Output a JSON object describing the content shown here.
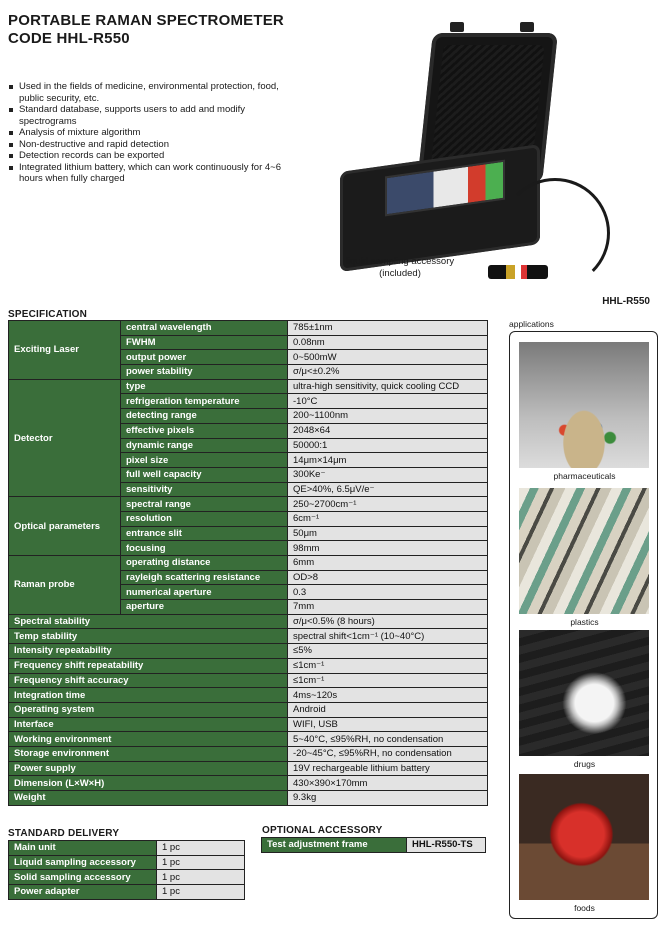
{
  "header": {
    "title_line1": "PORTABLE RAMAN SPECTROMETER",
    "title_line2": "CODE HHL-R550"
  },
  "features": [
    "Used in the fields of medicine, environmental protection, food, public security, etc.",
    "Standard database, supports users to add and modify spectrograms",
    "Analysis of mixture algorithm",
    "Non-destructive and rapid detection",
    "Detection records can be exported",
    "Integrated lithium battery, which can work continuously for 4~6 hours when fully charged"
  ],
  "product": {
    "accessory_label_line1": "liquid sampling accessory",
    "accessory_label_line2": "(included)",
    "model": "HHL-R550"
  },
  "spec": {
    "title": "SPECIFICATION",
    "groups": [
      {
        "name": "Exciting Laser",
        "rows": [
          [
            "central wavelength",
            "785±1nm"
          ],
          [
            "FWHM",
            "0.08nm"
          ],
          [
            "output power",
            "0~500mW"
          ],
          [
            "power stability",
            "σ/μ<±0.2%"
          ]
        ]
      },
      {
        "name": "Detector",
        "rows": [
          [
            "type",
            "ultra-high sensitivity, quick cooling CCD"
          ],
          [
            "refrigeration temperature",
            "-10°C"
          ],
          [
            "detecting range",
            "200~1100nm"
          ],
          [
            "effective pixels",
            "2048×64"
          ],
          [
            "dynamic range",
            "50000:1"
          ],
          [
            "pixel size",
            "14μm×14μm"
          ],
          [
            "full well capacity",
            "300Ke⁻"
          ],
          [
            "sensitivity",
            "QE>40%, 6.5μV/e⁻"
          ]
        ]
      },
      {
        "name": "Optical parameters",
        "rows": [
          [
            "spectral range",
            "250~2700cm⁻¹"
          ],
          [
            "resolution",
            "6cm⁻¹"
          ],
          [
            "entrance slit",
            "50μm"
          ],
          [
            "focusing",
            "98mm"
          ]
        ]
      },
      {
        "name": "Raman probe",
        "rows": [
          [
            "operating distance",
            "6mm"
          ],
          [
            "rayleigh scattering resistance",
            "OD>8"
          ],
          [
            "numerical aperture",
            "0.3"
          ],
          [
            "aperture",
            "7mm"
          ]
        ]
      }
    ],
    "single": [
      [
        "Spectral stability",
        "σ/μ<0.5% (8 hours)"
      ],
      [
        "Temp stability",
        "spectral shift<1cm⁻¹ (10~40°C)"
      ],
      [
        "Intensity repeatability",
        "≤5%"
      ],
      [
        "Frequency shift repeatability",
        "≤1cm⁻¹"
      ],
      [
        "Frequency shift accuracy",
        "≤1cm⁻¹"
      ],
      [
        "Integration time",
        "4ms~120s"
      ],
      [
        "Operating system",
        "Android"
      ],
      [
        "Interface",
        "WIFI, USB"
      ],
      [
        "Working environment",
        "5~40°C, ≤95%RH, no condensation"
      ],
      [
        "Storage environment",
        "-20~45°C, ≤95%RH, no condensation"
      ],
      [
        "Power supply",
        "19V rechargeable lithium battery"
      ],
      [
        "Dimension (L×W×H)",
        "430×390×170mm"
      ],
      [
        "Weight",
        "9.3kg"
      ]
    ]
  },
  "delivery": {
    "title": "STANDARD DELIVERY",
    "rows": [
      [
        "Main unit",
        "1 pc"
      ],
      [
        "Liquid sampling accessory",
        "1 pc"
      ],
      [
        "Solid sampling accessory",
        "1 pc"
      ],
      [
        "Power adapter",
        "1 pc"
      ]
    ]
  },
  "accessory": {
    "title": "OPTIONAL ACCESSORY",
    "rows": [
      [
        "Test adjustment frame",
        "HHL-R550-TS"
      ]
    ]
  },
  "applications": {
    "label": "applications",
    "items": [
      "pharmaceuticals",
      "plastics",
      "drugs",
      "foods"
    ]
  }
}
